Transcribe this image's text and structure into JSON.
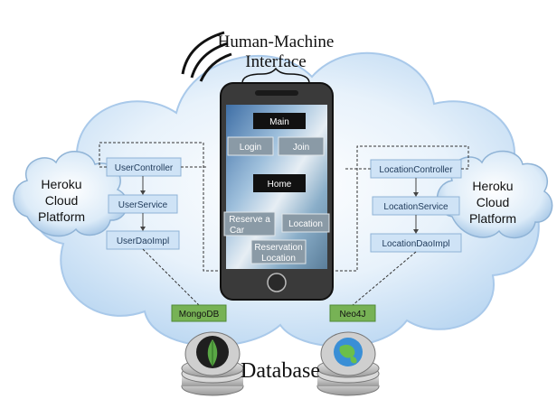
{
  "header": {
    "title_line1": "Human-Machine",
    "title_line2": "Interface"
  },
  "left_cloud": {
    "line1": "Heroku",
    "line2": "Cloud",
    "line3": "Platform"
  },
  "right_cloud": {
    "line1": "Heroku",
    "line2": "Cloud",
    "line3": "Platform"
  },
  "left_stack": [
    "UserController",
    "UserService",
    "UserDaoImpl"
  ],
  "right_stack": [
    "LocationController",
    "LocationService",
    "LocationDaoImpl"
  ],
  "phone": {
    "main": "Main",
    "login": "Login",
    "join": "Join",
    "home": "Home",
    "reserve_line1": "Reserve a",
    "reserve_line2": "Car",
    "location": "Location",
    "reservation_line1": "Reservation",
    "reservation_line2": "Location"
  },
  "databases": {
    "mongo": "MongoDB",
    "neo4j": "Neo4J",
    "label": "Database"
  },
  "colors": {
    "cloud_fill": "#dfeefa",
    "cloud_stroke": "#a9c9ea",
    "box_fill": "#cfe3f6",
    "box_stroke": "#8fb3d6",
    "db_tag": "#77b255",
    "phone_body": "#3a3a3a",
    "screen_button": "#111111"
  }
}
